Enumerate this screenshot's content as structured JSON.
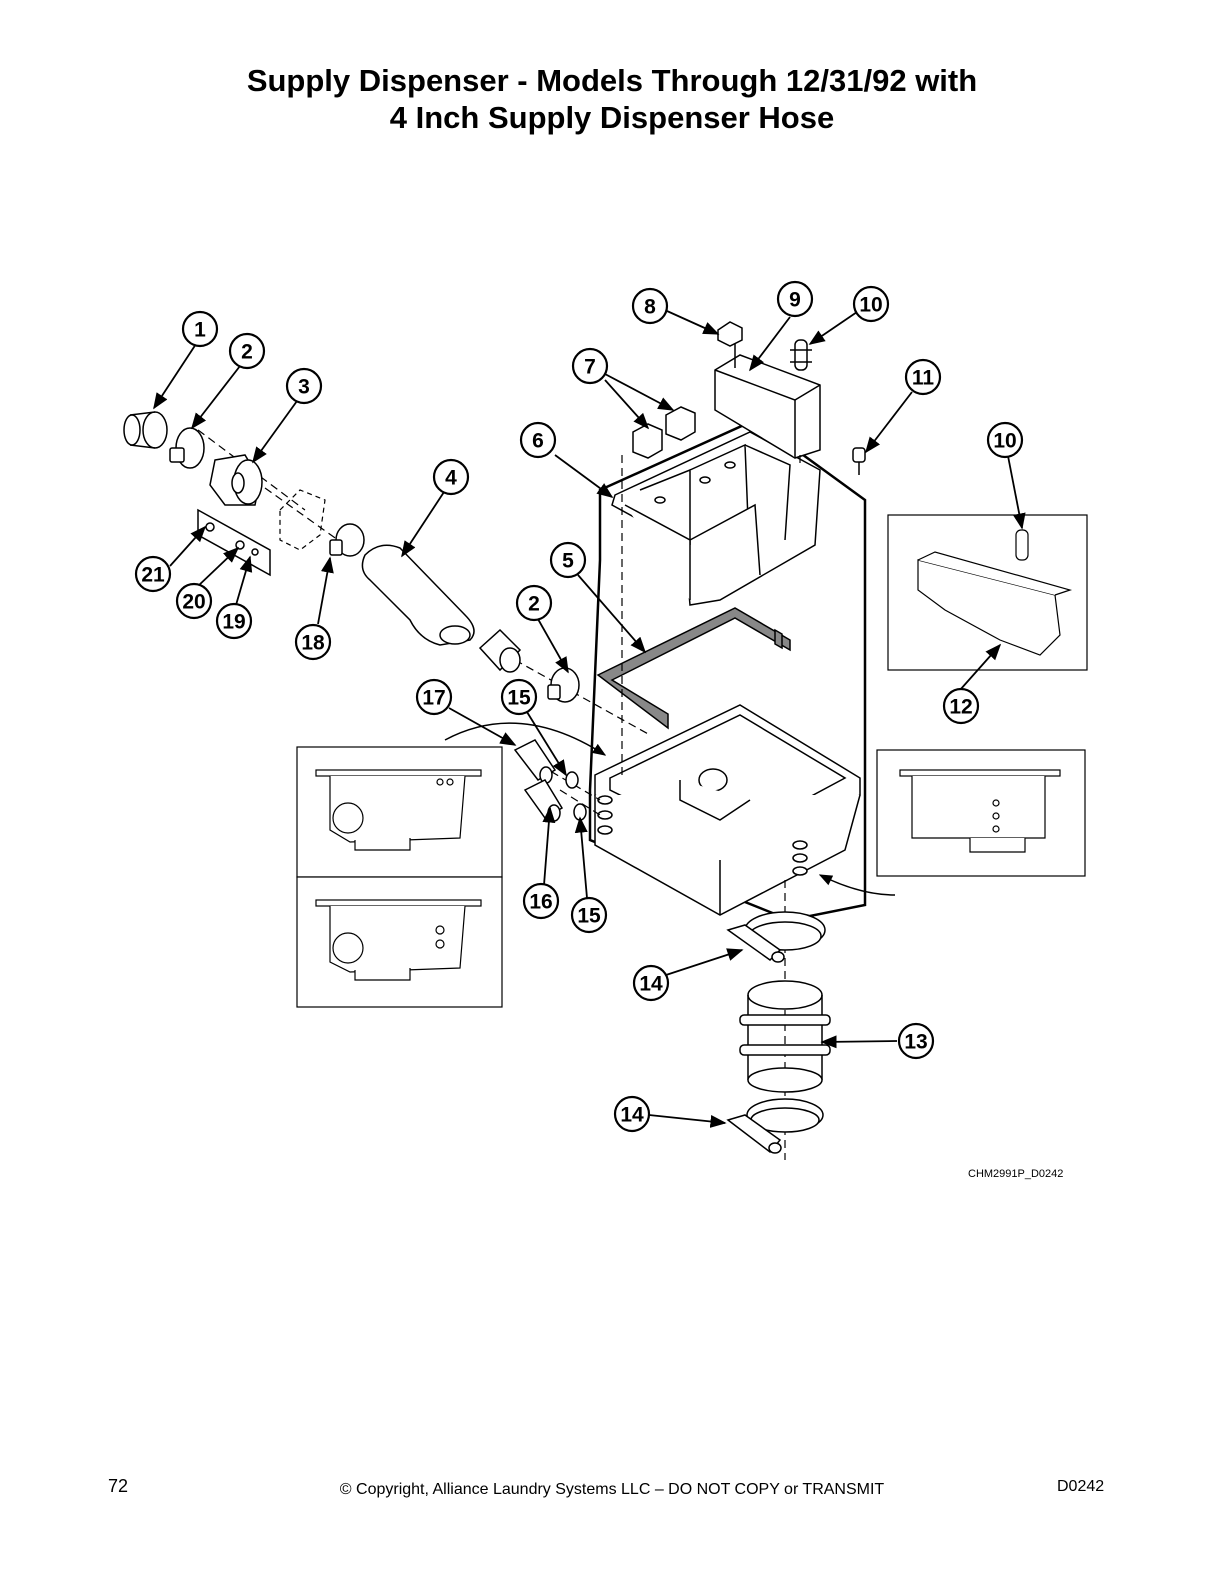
{
  "title": {
    "line1": "Supply Dispenser - Models Through 12/31/92 with",
    "line2": "4 Inch Supply Dispenser Hose"
  },
  "callouts": [
    "1",
    "2",
    "3",
    "4",
    "5",
    "6",
    "7",
    "8",
    "9",
    "10",
    "11",
    "10",
    "12",
    "13",
    "14",
    "14",
    "15",
    "15",
    "16",
    "17",
    "18",
    "2",
    "19",
    "20",
    "21"
  ],
  "drawing_code": "CHM2991P_D0242",
  "footer": {
    "page_number": "72",
    "copyright": "© Copyright, Alliance Laundry Systems LLC – DO NOT COPY or TRANSMIT",
    "doc_code": "D0242"
  }
}
